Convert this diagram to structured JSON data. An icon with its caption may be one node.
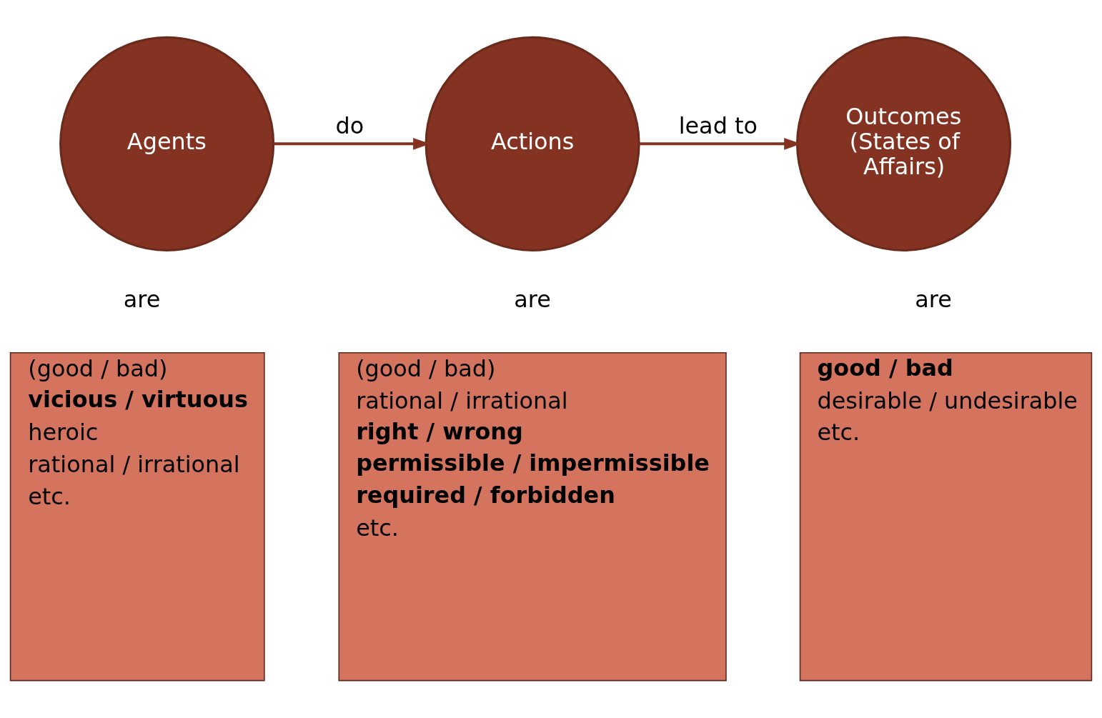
{
  "diagram": {
    "nodes": [
      {
        "text": [
          "Agents"
        ]
      },
      {
        "text": [
          "Actions"
        ]
      },
      {
        "text": [
          "Outcomes (States of Affairs)"
        ]
      },
      {
        "text": [
          "(good / bad)",
          "**vicious / virtuous**",
          "heroic",
          "rational / irrational",
          "etc."
        ]
      },
      {
        "text": [
          "(good / bad)",
          "rational / irrational",
          "**right / wrong**",
          "**permissible / impermissible**",
          "**required / forbidden**",
          "etc."
        ]
      },
      {
        "text": [
          "**good / bad**",
          "desirable / undesirable",
          "etc."
        ]
      }
    ],
    "edges": [
      {
        "from": 0,
        "to": 1,
        "arrow": "to",
        "label": "do"
      },
      {
        "from": 1,
        "to": 2,
        "arrow": "to",
        "label": "lead to"
      }
    ],
    "labels": [
      "are",
      "are",
      "are"
    ]
  }
}
